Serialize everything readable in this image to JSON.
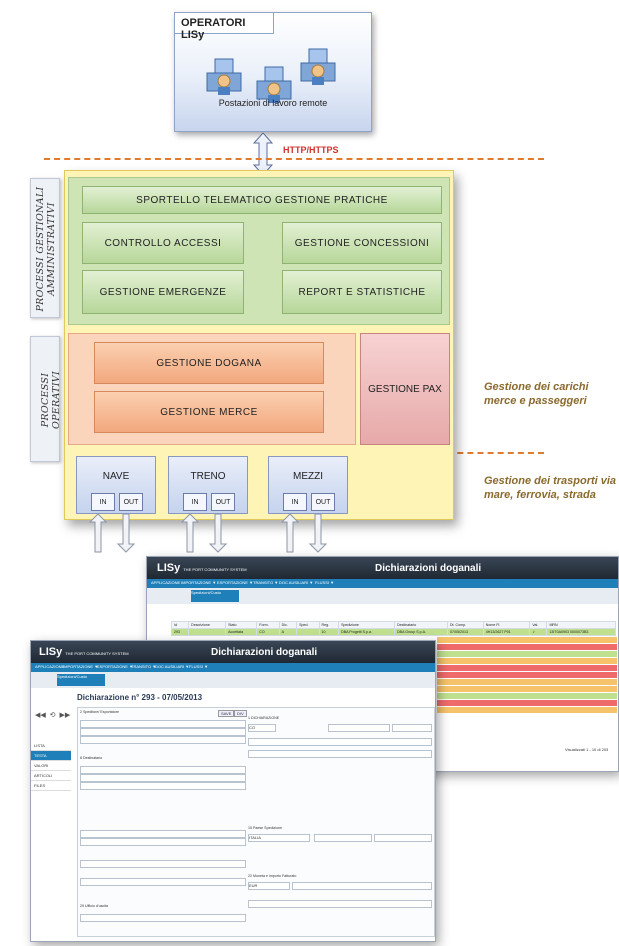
{
  "operators": {
    "title": "OPERATORI LISy",
    "subtitle": "Postazioni di lavoro remote"
  },
  "connection": {
    "label": "HTTP/HTTPS"
  },
  "side_labels": {
    "admin": "PROCESSI GESTIONALI AMMINISTRATIVI",
    "operational": "PROCESSI OPERATIVI"
  },
  "admin_boxes": {
    "sportello": "SPORTELLO TELEMATICO GESTIONE PRATICHE",
    "accessi": "CONTROLLO ACCESSI",
    "concessioni": "GESTIONE CONCESSIONI",
    "emergenze": "GESTIONE EMERGENZE",
    "report": "REPORT E STATISTICHE"
  },
  "operational_boxes": {
    "dogana": "GESTIONE DOGANA",
    "merce": "GESTIONE MERCE",
    "pax": "GESTIONE PAX"
  },
  "transport": [
    {
      "label": "NAVE",
      "in": "IN",
      "out": "OUT"
    },
    {
      "label": "TRENO",
      "in": "IN",
      "out": "OUT"
    },
    {
      "label": "MEZZI",
      "in": "IN",
      "out": "OUT"
    }
  ],
  "captions": {
    "carichi": "Gestione dei carichi merce e passeggeri",
    "trasporti": "Gestione dei trasporti via mare, ferrovia, strada"
  },
  "screen_back": {
    "title": "Dichiarazioni doganali",
    "logo": "LISy",
    "logo_sub": "THE PORT COMMUNITY SYSTEM",
    "menu": [
      "APPLICAZIONE",
      "IMPORTAZIONE ▼",
      "ESPORTAZIONE ▼",
      "TRANSITO ▼",
      "DOC AUSILIARI ▼",
      "FLUSSI ▼"
    ],
    "tab": "Spedizioni/Custo",
    "columns": [
      "Id",
      "Descrizione",
      "Stato",
      "Form.",
      "Dic.",
      "Sped.",
      "Reg.",
      "Spedizione",
      "Destinatario",
      "Dt. Comp.",
      "Nome Fl.",
      "Val.",
      "MRN"
    ],
    "first_row": [
      "293",
      "",
      "Accettata",
      "CO",
      "A",
      "",
      "10",
      "DBA Progetti S.p.a.",
      "DBA Group S.p.A.",
      "07/05/2013",
      "4H13/2627 P01",
      "✓",
      "13IT0A0903 0000073B3"
    ],
    "status": "Visualizzati 1 - 10 di 203"
  },
  "screen_front": {
    "title": "Dichiarazioni doganali",
    "logo": "LISy",
    "logo_sub": "THE PORT COMMUNITY SYSTEM",
    "menu": [
      "APPLICAZIONE",
      "IMPORTAZIONE ▼",
      "ESPORTAZIONE ▼",
      "TRANSITO ▼",
      "DOC AUSILIARI ▼",
      "FLUSSI ▼"
    ],
    "tab": "Spedizioni/Custo",
    "heading": "Dichiarazione n° 293 - 07/05/2013",
    "side_menu": [
      "LISTA",
      "TESTA",
      "VALORI",
      "ARTICOLI",
      "FILES"
    ],
    "buttons": [
      "SAVE",
      "DIV"
    ],
    "fields": {
      "speditore": "2 Speditore/ Esportatore",
      "destinatario": "8 Destinatario",
      "dichiarazione": "1 DICHIARAZIONE",
      "dichiarazione_val": "CO",
      "paese": "15 Paese Spedizione",
      "paese_val": "ITALIA",
      "valuta": "22 Moneta e importo Fatturato",
      "valuta_val": "EUR",
      "ufficio": "29 Ufficio d'uscita"
    }
  }
}
